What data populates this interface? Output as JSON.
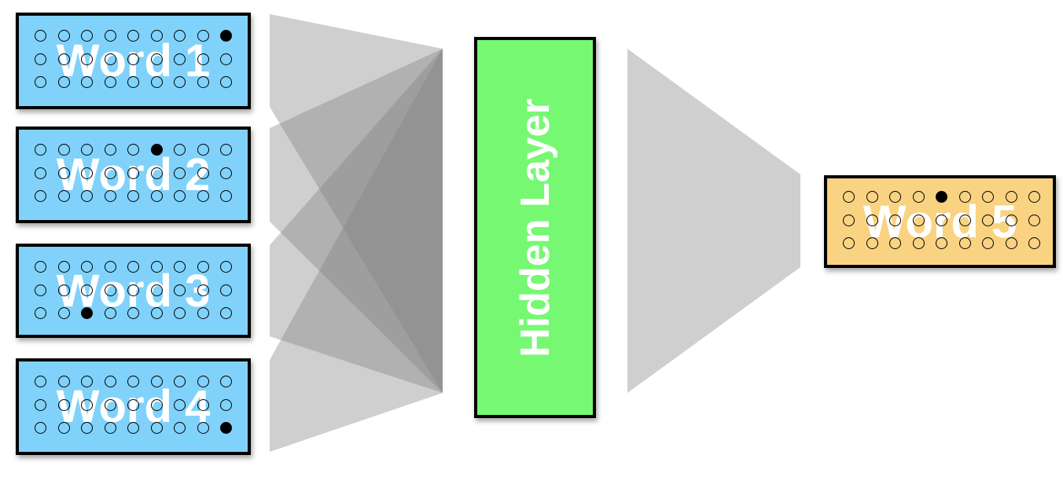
{
  "inputs": [
    {
      "label": "Word 1",
      "active": [
        0,
        8
      ]
    },
    {
      "label": "Word 2",
      "active": [
        0,
        5
      ]
    },
    {
      "label": "Word 3",
      "active": [
        2,
        2
      ]
    },
    {
      "label": "Word 4",
      "active": [
        2,
        8
      ]
    }
  ],
  "hidden_layer": {
    "label": "Hidden Layer"
  },
  "output": {
    "label": "Word 5",
    "active": [
      0,
      4
    ]
  },
  "grid": {
    "rows": 3,
    "cols": 9
  },
  "colors": {
    "input_fill": "#80d2fb",
    "output_fill": "#f9d382",
    "hidden_fill": "#77f873",
    "connection_fill": "#808080",
    "border": "#000000"
  }
}
